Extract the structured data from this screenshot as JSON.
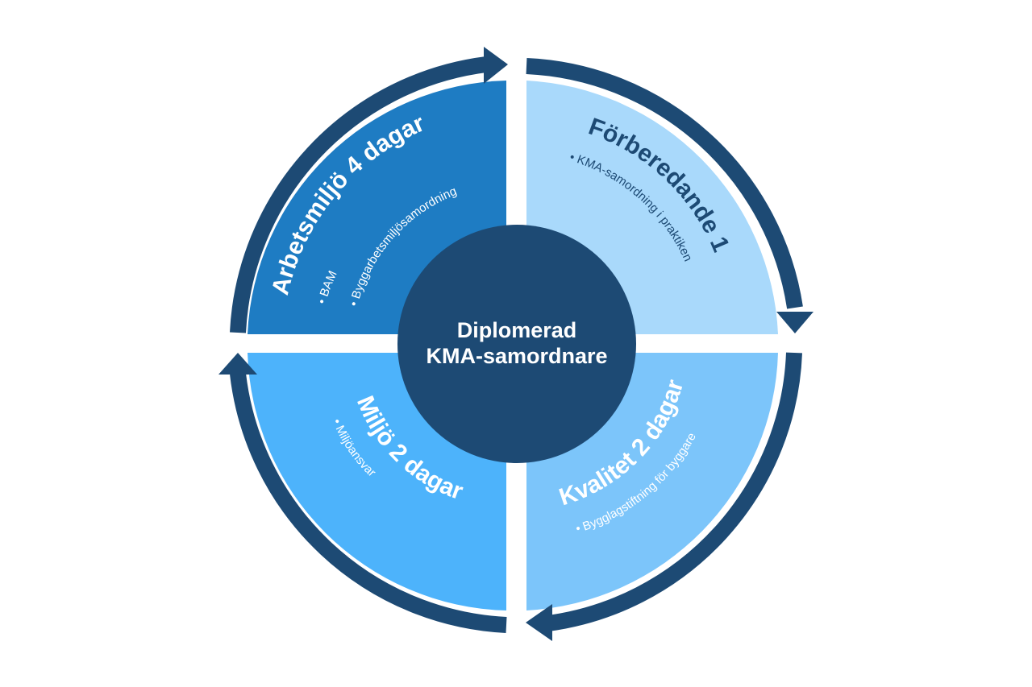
{
  "center": {
    "line1": "Diplomerad",
    "line2": "KMA-samordnare"
  },
  "segments": [
    {
      "id": "forberedande",
      "title": "Förberedande 1 dag",
      "bullets": [
        "KMA-samordning i praktiken"
      ],
      "fill": "#a9d9fb",
      "text_color": "#1d4a74"
    },
    {
      "id": "kvalitet",
      "title": "Kvalitet 2 dagar",
      "bullets": [
        "Bygglagstiftning för byggare"
      ],
      "fill": "#7cc5fa",
      "text_color": "#ffffff"
    },
    {
      "id": "miljo",
      "title": "Miljö 2 dagar",
      "bullets": [
        "Miljöansvar"
      ],
      "fill": "#4db3fb",
      "text_color": "#ffffff"
    },
    {
      "id": "arbetsmiljo",
      "title": "Arbetsmiljö 4 dagar",
      "bullets": [
        "BAM",
        "Byggarbetsmiljösamordning"
      ],
      "fill": "#1e7cc3",
      "text_color": "#ffffff"
    }
  ],
  "colors": {
    "ring": "#1d4a74",
    "center": "#1d4a74",
    "background": "#ffffff"
  }
}
